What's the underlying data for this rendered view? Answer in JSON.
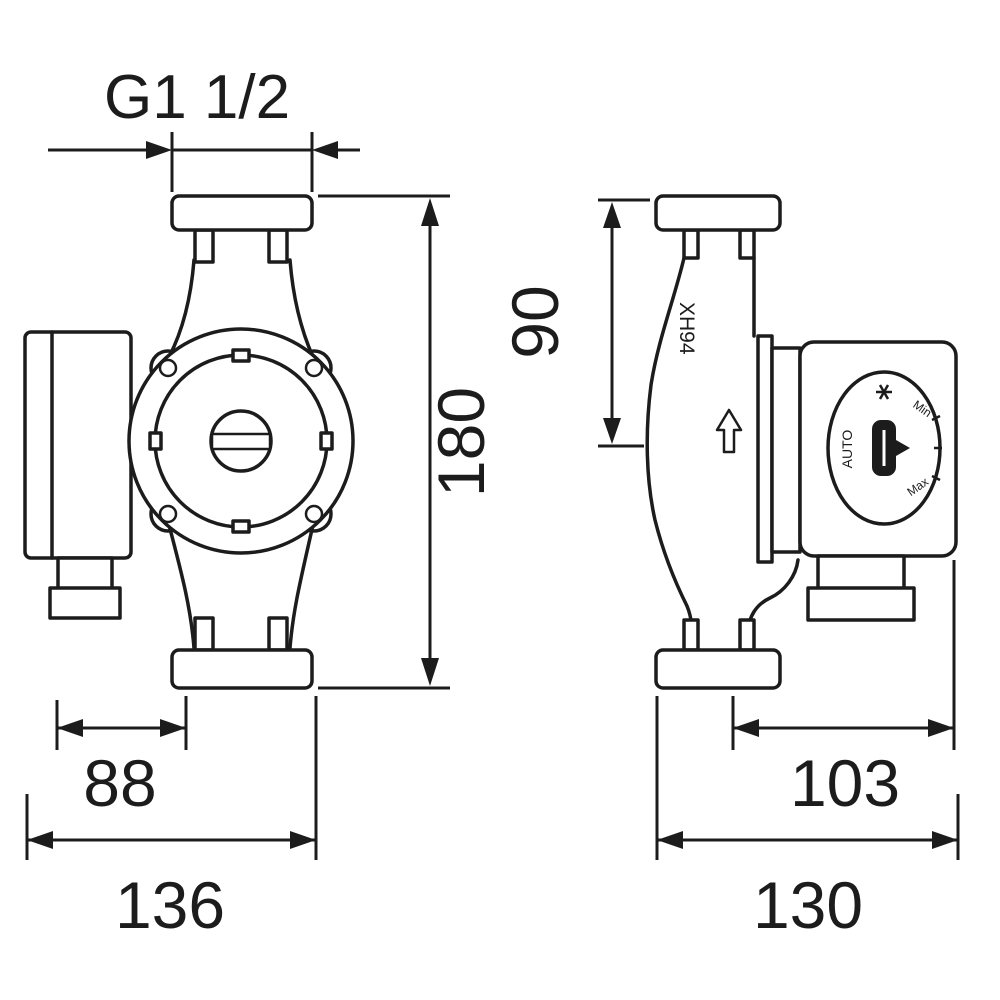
{
  "drawing": {
    "type": "technical-dimension-drawing",
    "subject": "circulation pump, front and side views",
    "colors": {
      "line": "#1c1c1c",
      "background": "#ffffff",
      "knob": "#1c1c1c"
    },
    "dimensions": {
      "thread": "G1 1/2",
      "height": "180",
      "width_small": "88",
      "width_total": "136",
      "side_height": "90",
      "depth": "103",
      "depth_total": "130"
    },
    "markings": {
      "body_code": "XH94"
    },
    "control_dial": {
      "auto": "AUTO",
      "min": "Min",
      "max": "Max"
    },
    "icons": {
      "dial_fan": "fan-speed-icon",
      "flow_direction": "up-arrow-icon"
    }
  }
}
